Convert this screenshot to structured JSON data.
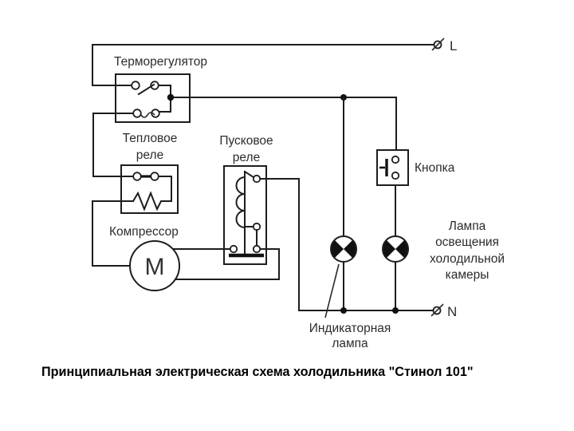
{
  "diagram": {
    "caption": "Принципиальная электрическая схема холодильника \"Стинол 101\"",
    "terminals": {
      "line": "L",
      "neutral": "N"
    },
    "motor_letter": "М",
    "labels": {
      "thermostat": [
        "Терморегулятор"
      ],
      "thermal_relay": [
        "Тепловое",
        "реле"
      ],
      "start_relay": [
        "Пусковое",
        "реле"
      ],
      "compressor": [
        "Компрессор"
      ],
      "button": [
        "Кнопка"
      ],
      "fridge_lamp": [
        "Лампа",
        "освещения",
        "холодильной",
        "камеры"
      ],
      "indicator_lamp": [
        "Индикаторная",
        "лампа"
      ]
    },
    "colors": {
      "line": "#1d1d1d",
      "text": "#2c2c2c",
      "background": "#ffffff"
    }
  }
}
